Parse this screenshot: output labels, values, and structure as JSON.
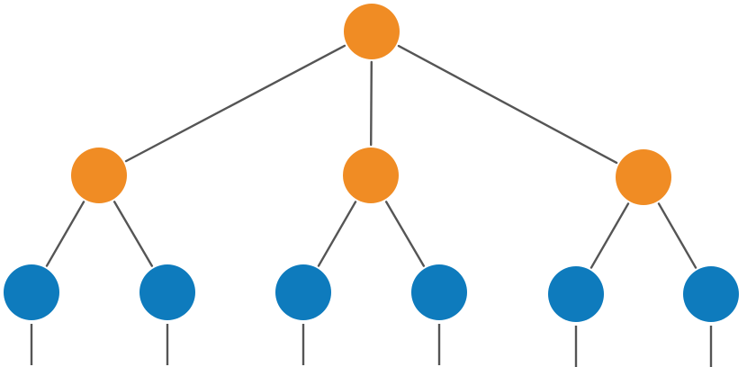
{
  "diagram": {
    "type": "tree",
    "colors": {
      "root": "#F08C24",
      "internal": "#F08C24",
      "leaf": "#0E7BBD",
      "edge": "#555555",
      "background": "#FFFFFF"
    },
    "nodes": [
      {
        "id": "root",
        "level": 0,
        "role": "root"
      },
      {
        "id": "n1",
        "level": 1,
        "parent": "root",
        "role": "internal"
      },
      {
        "id": "n2",
        "level": 1,
        "parent": "root",
        "role": "internal"
      },
      {
        "id": "n3",
        "level": 1,
        "parent": "root",
        "role": "internal"
      },
      {
        "id": "l1",
        "level": 2,
        "parent": "n1",
        "role": "leaf"
      },
      {
        "id": "l2",
        "level": 2,
        "parent": "n1",
        "role": "leaf"
      },
      {
        "id": "l3",
        "level": 2,
        "parent": "n2",
        "role": "leaf"
      },
      {
        "id": "l4",
        "level": 2,
        "parent": "n2",
        "role": "leaf"
      },
      {
        "id": "l5",
        "level": 2,
        "parent": "n3",
        "role": "leaf"
      },
      {
        "id": "l6",
        "level": 2,
        "parent": "n3",
        "role": "leaf"
      }
    ],
    "leaf_stubs": [
      "l1",
      "l2",
      "l3",
      "l4",
      "l5",
      "l6"
    ]
  }
}
